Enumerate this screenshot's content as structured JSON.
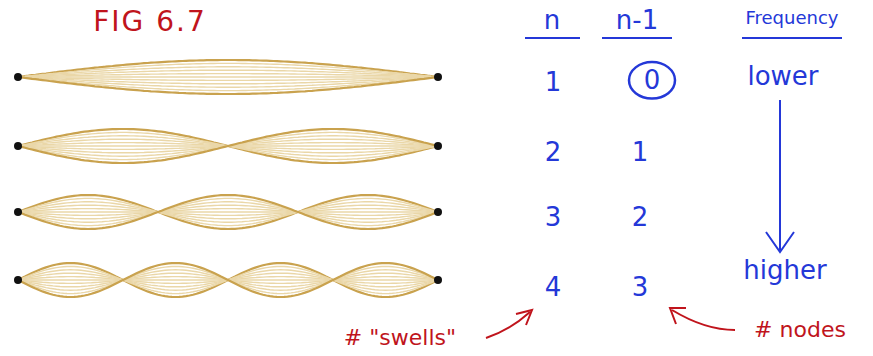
{
  "diagram": {
    "title": "FIG 6.7",
    "nodes": [
      {
        "text": [
          "0"
        ]
      }
    ],
    "labels": [
      "n",
      "n-1",
      "Frequency",
      "1",
      "lower",
      "2",
      "1",
      "3",
      "2",
      "4",
      "3",
      "higher",
      "# \"swells\"",
      "# nodes"
    ]
  }
}
